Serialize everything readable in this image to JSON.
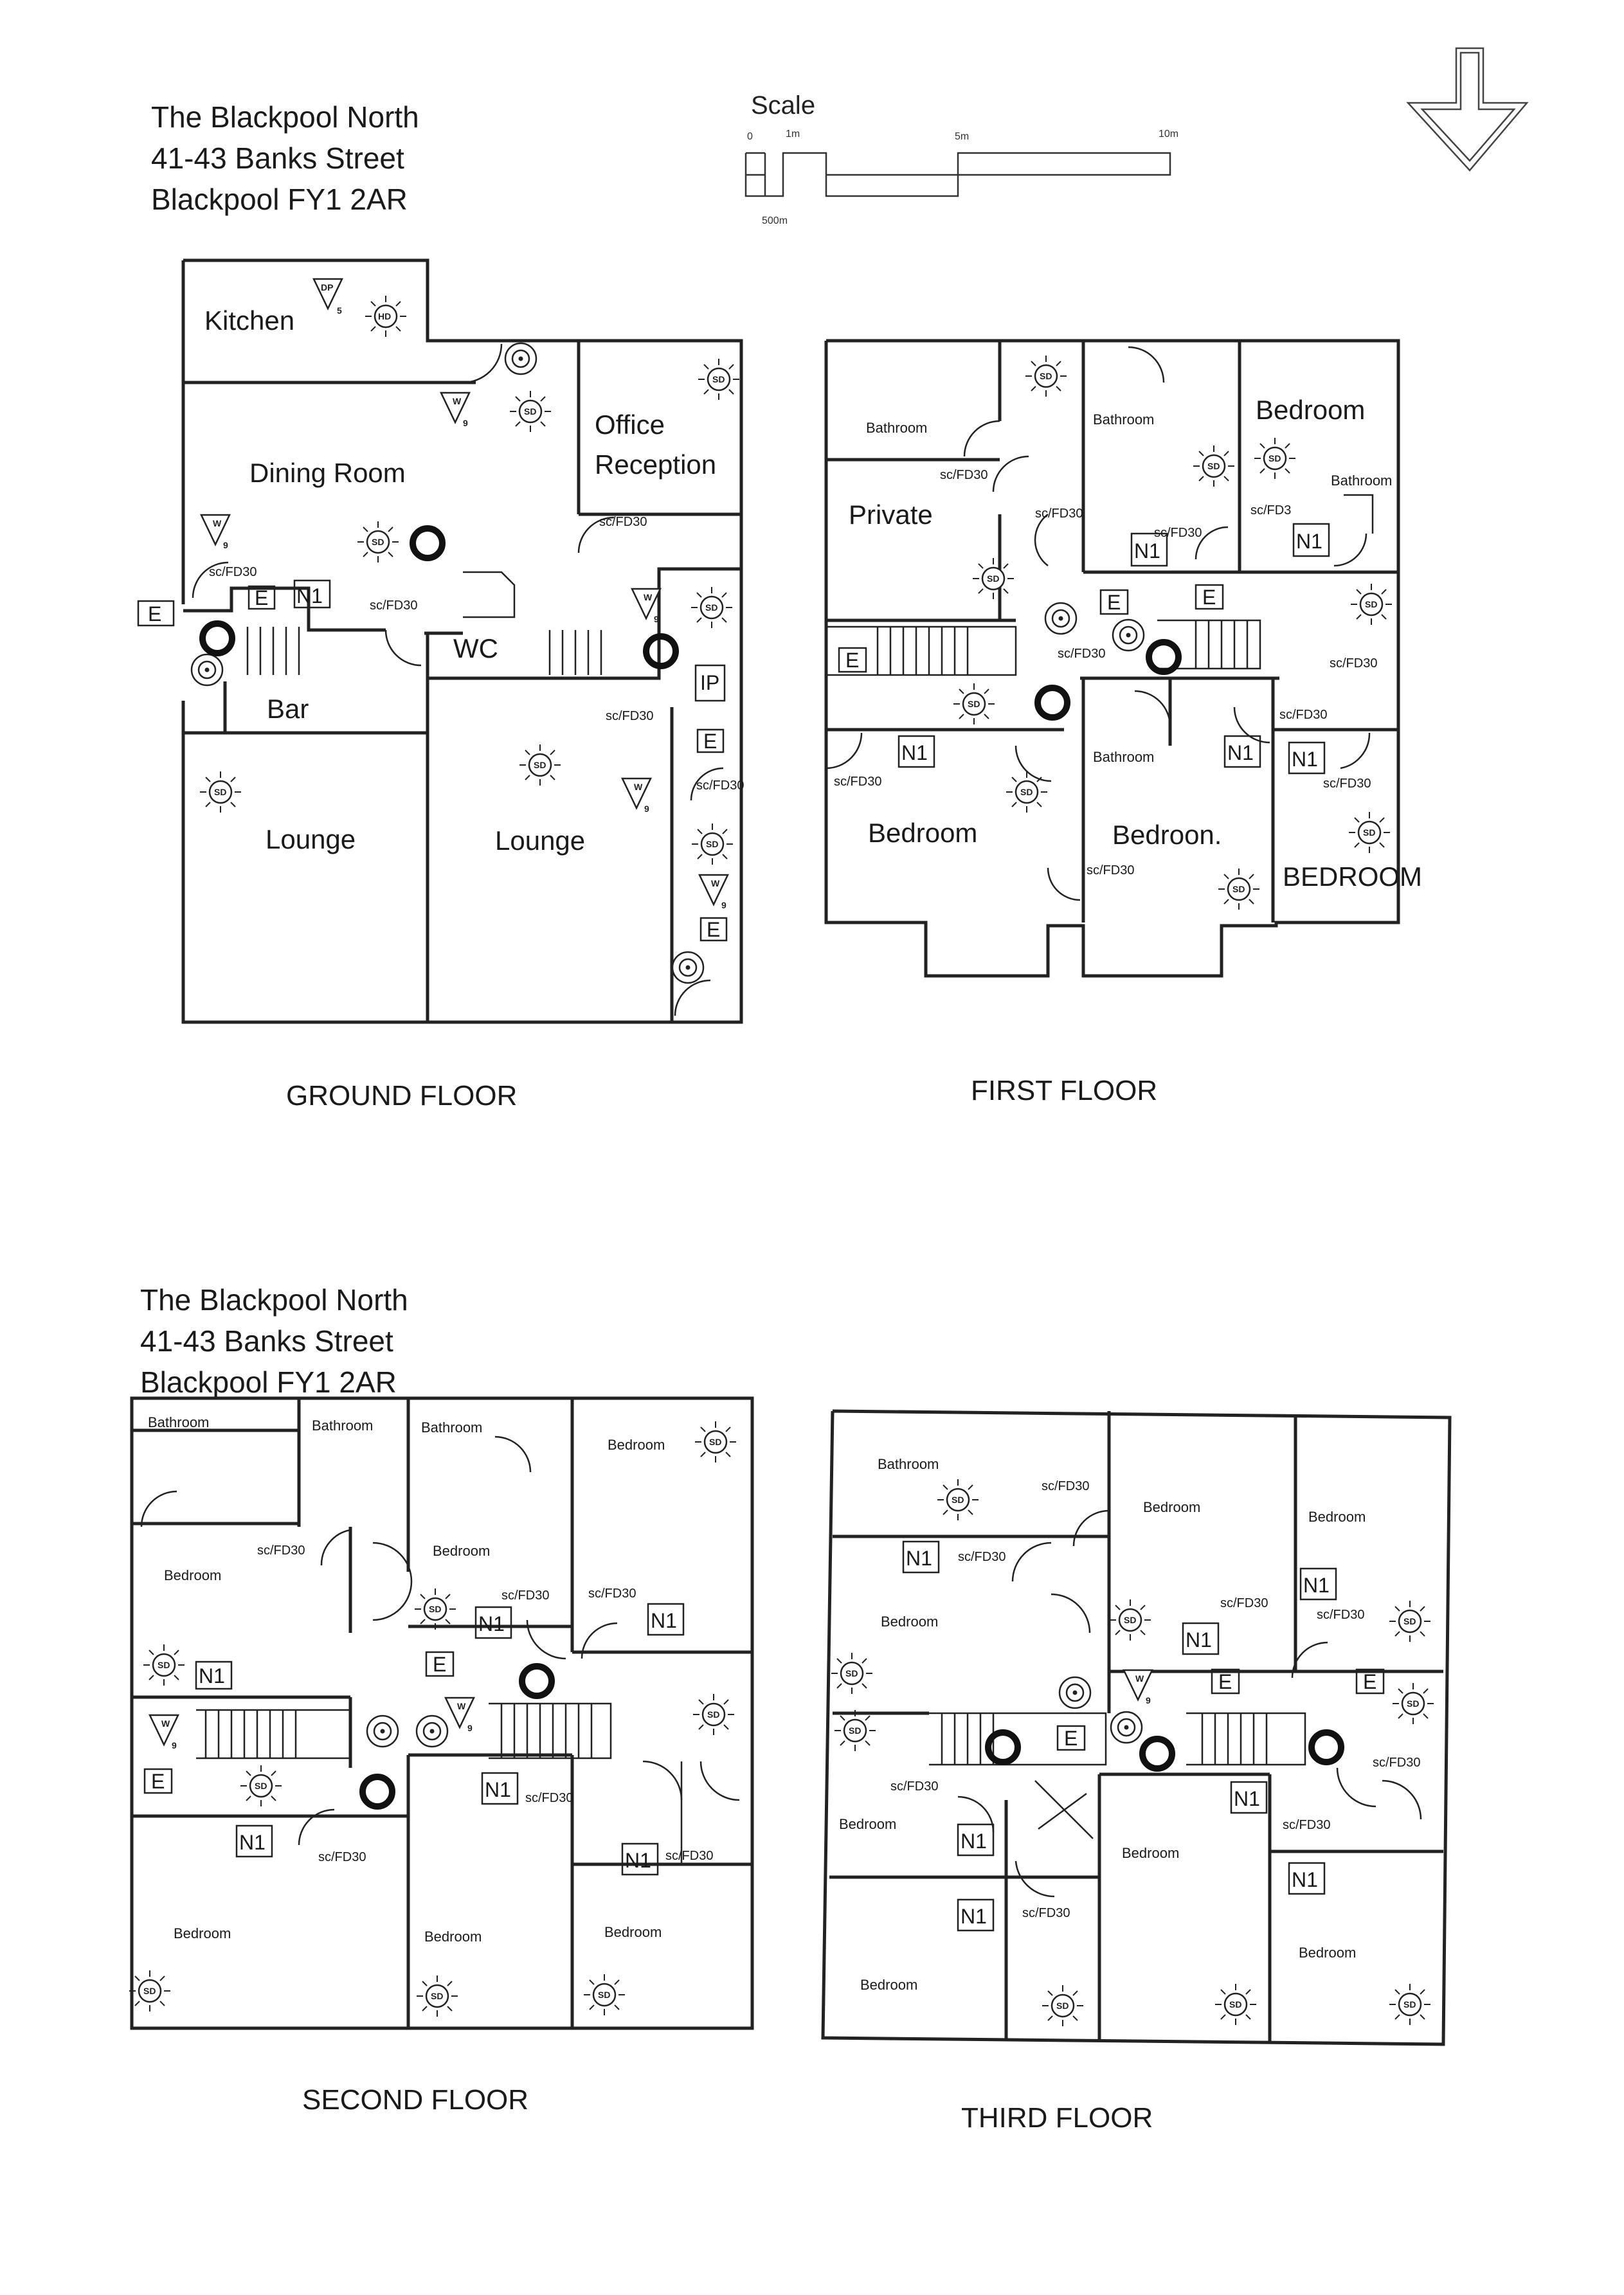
{
  "address_top": {
    "line1": "The Blackpool North",
    "line2": "41-43 Banks Street",
    "line3": "Blackpool  FY1 2AR"
  },
  "address_bottom": {
    "line1": "The Blackpool North",
    "line2": "41-43 Banks Street",
    "line3": "Blackpool FY1 2AR"
  },
  "scale": {
    "title": "Scale",
    "ticks": [
      "0",
      "1m",
      "5m",
      "10m"
    ],
    "sub_label": "500m"
  },
  "floors": {
    "ground": "GROUND FLOOR",
    "first": "FIRST FLOOR",
    "second": "SECOND FLOOR",
    "third": "THIRD FLOOR"
  },
  "ground_rooms": {
    "kitchen": "Kitchen",
    "dining": "Dining Room",
    "office": "Office",
    "reception": "Reception",
    "wc": "WC",
    "bar": "Bar",
    "lounge1": "Lounge",
    "lounge2": "Lounge"
  },
  "first_rooms": {
    "bathroom1": "Bathroom",
    "bathroom2": "Bathroom",
    "bedroom_tr": "Bedroom",
    "bathroom3": "Bathroom",
    "private": "Private",
    "bathroom4": "Bathroom",
    "bedroom_bl": "Bedroom",
    "bedroom_bm": "Bedroon.",
    "bedroom_br": "BEDROOM"
  },
  "second_rooms": {
    "bathroom1": "Bathroom",
    "bathroom2": "Bathroom",
    "bathroom3": "Bathroom",
    "bedroom_tr": "Bedroom",
    "bedroom_l": "Bedroom",
    "bedroom_m": "Bedroom",
    "bedroom_bl": "Bedroom",
    "bedroom_bm": "Bedroom",
    "bedroom_br": "Bedroom"
  },
  "third_rooms": {
    "bathroom": "Bathroom",
    "bedroom_tm": "Bedroom",
    "bedroom_tr": "Bedroom",
    "bedroom_l": "Bedroom",
    "bedroom_ll": "Bedroom",
    "bedroom_m": "Bedroom",
    "bedroom_br": "Bedroom",
    "bedroom_bl": "Bedroom"
  },
  "symbols": {
    "door": "sc/FD30",
    "door_alt": "sc/FD3",
    "exit": "E",
    "notice": "N1",
    "smoke": "SD",
    "heat": "HD",
    "dp": "DP",
    "dp_num": "5",
    "water": "W",
    "water_num": "9",
    "ip": "IP"
  }
}
